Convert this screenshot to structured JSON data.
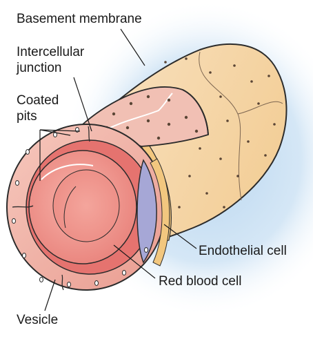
{
  "labels": {
    "basement_membrane": "Basement membrane",
    "intercellular_junction": [
      "Intercellular",
      "junction"
    ],
    "coated_pits": [
      "Coated",
      "pits"
    ],
    "endothelial_cell": "Endothelial cell",
    "red_blood_cell": "Red blood cell",
    "vesicle": "Vesicle"
  },
  "colors": {
    "halo": "#cfe3f4",
    "outer_tube": "#f7d9ad",
    "membrane_strip": "#f2c77f",
    "endothelium": "#f0b4a8",
    "lumen": "#e5736f",
    "rbc": "#ef938d",
    "endothelial_nucleus": "#a6a7d6",
    "outline": "#2b2b2b"
  }
}
